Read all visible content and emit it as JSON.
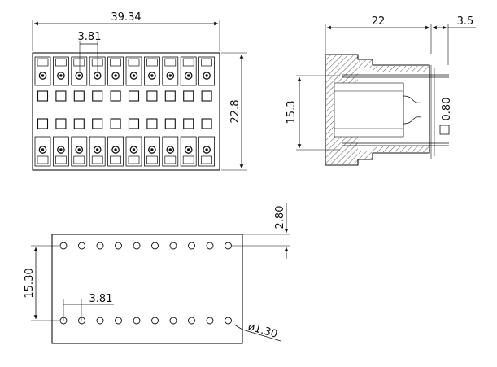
{
  "front_view": {
    "overall_width": "39.34",
    "pitch": "3.81",
    "height": "22.8",
    "pins_per_row": 10,
    "rows": 2
  },
  "side_view": {
    "depth": "22",
    "pin_extension": "3.5",
    "row_span": "15.3",
    "pin_section": "0.80"
  },
  "pcb_footprint": {
    "edge_offset": "2.80",
    "row_spacing": "15.30",
    "pitch": "3.81",
    "hole_diameter": "ø1.30",
    "holes_per_row": 10
  }
}
